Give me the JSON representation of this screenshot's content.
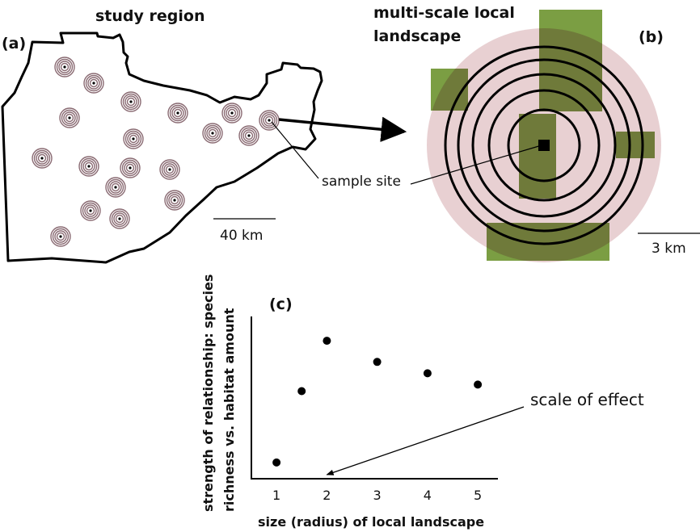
{
  "panels": {
    "a": {
      "label": "(a)",
      "title": "study region",
      "scale_label": "40 km",
      "callout": "sample site"
    },
    "b": {
      "label": "(b)",
      "title_line1": "multi-scale local",
      "title_line2": "landscape",
      "scale_label": "3 km"
    },
    "c": {
      "label": "(c)",
      "ylabel_line1": "strength of relationship: species",
      "ylabel_line2": "richness vs. habitat amount",
      "xlabel": "size (radius) of local landscape",
      "annotation": "scale of effect"
    }
  },
  "colors": {
    "landscape": "#e8d0d2",
    "habitat": "#7b9e43",
    "habitat_overlap": "#6f7a3a",
    "ink": "#000000"
  },
  "chart_data": {
    "type": "scatter",
    "x": [
      1,
      1.5,
      2,
      3,
      4,
      5
    ],
    "y": [
      0.1,
      0.54,
      0.85,
      0.72,
      0.65,
      0.58
    ],
    "xticks": [
      "1",
      "2",
      "3",
      "4",
      "5"
    ],
    "xlim": [
      0.5,
      5.4
    ],
    "ylim": [
      0,
      1
    ],
    "xlabel": "size (radius) of local landscape",
    "ylabel": "strength of relationship: species richness vs. habitat amount",
    "annotation": {
      "text": "scale of effect",
      "points_to_x": 2
    },
    "grid": false
  }
}
